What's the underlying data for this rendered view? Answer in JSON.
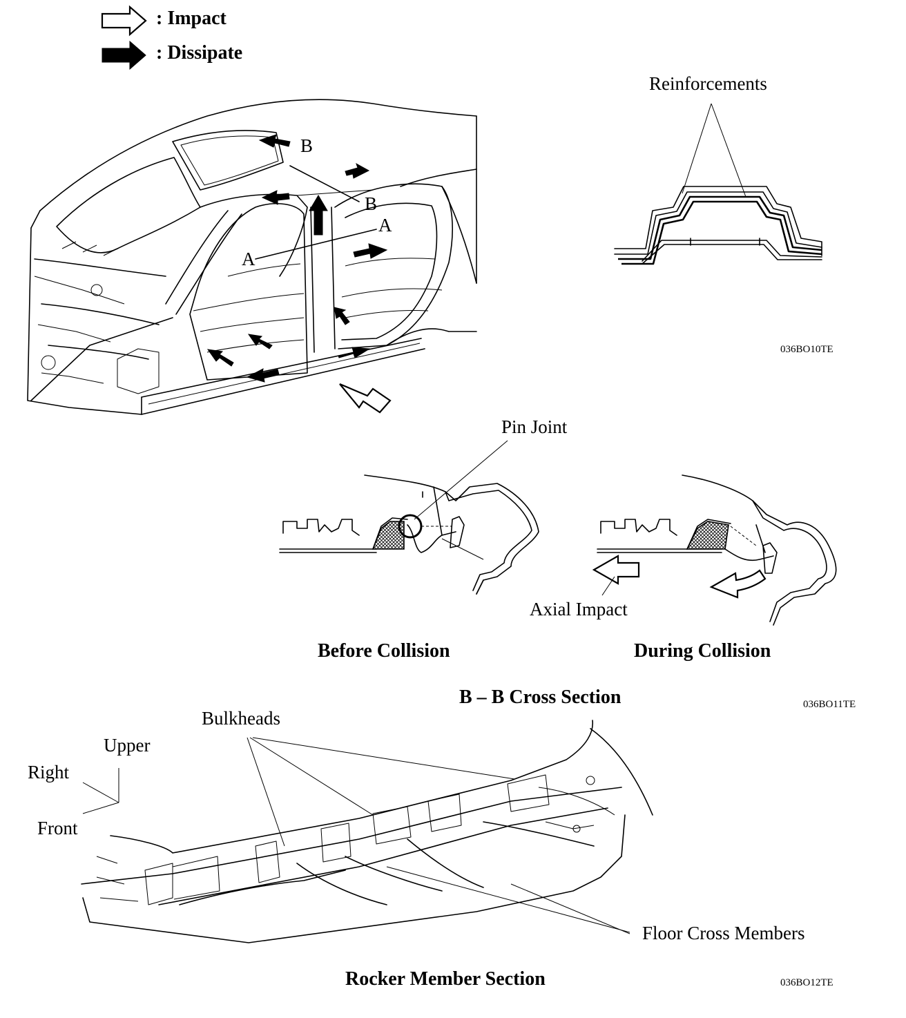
{
  "legend": {
    "impact_label": ": Impact",
    "dissipate_label": ": Dissipate"
  },
  "body_view": {
    "marker_b_upper": "B",
    "marker_b_lower": "B",
    "marker_a_left": "A",
    "marker_a_right": "A"
  },
  "reinforcement_detail": {
    "title": "Reinforcements",
    "code": "036BO10TE"
  },
  "cross_section": {
    "pin_joint_label": "Pin Joint",
    "axial_impact_label": "Axial Impact",
    "before_caption": "Before Collision",
    "during_caption": "During Collision",
    "section_title": "B – B Cross Section",
    "code": "036BO11TE"
  },
  "rocker_member": {
    "bulkheads_label": "Bulkheads",
    "upper_label": "Upper",
    "right_label": "Right",
    "front_label": "Front",
    "floor_cross_members_label": "Floor Cross Members",
    "section_title": "Rocker Member Section",
    "code": "036BO12TE"
  }
}
